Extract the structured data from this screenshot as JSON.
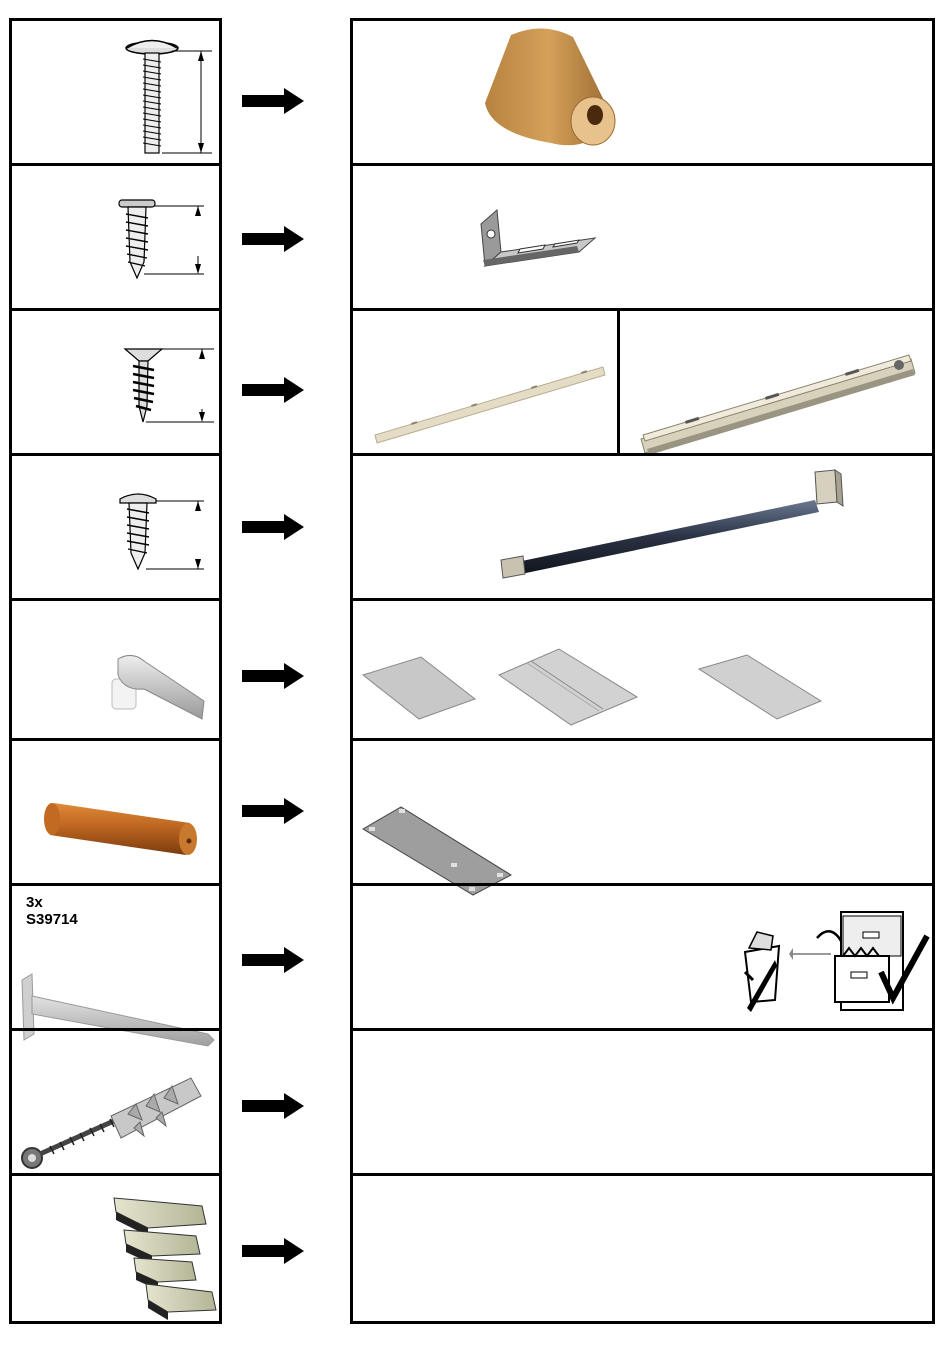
{
  "rows": [
    {
      "part": "screw-long-icon",
      "result": "wooden-cone-foot-icon"
    },
    {
      "part": "wood-screw-icon",
      "result": "angle-bracket-icon"
    },
    {
      "part": "countersunk-screw-icon",
      "result": "drawer-runner-icon"
    },
    {
      "part": "pan-head-screw-icon",
      "result": "hanging-rail-icon"
    },
    {
      "part": "shelf-support-pin-icon",
      "result": "panels-icon"
    },
    {
      "part": "wooden-dowel-icon",
      "result": "back-panel-icon"
    },
    {
      "part": "nail-icon",
      "result": "keep-instructions-icon",
      "quantity": "3x",
      "code": "S39714"
    },
    {
      "part": "wall-plug-screw-icon",
      "result": "empty-cell"
    },
    {
      "part": "spacer-wedges-icon",
      "result": "empty-cell"
    }
  ]
}
